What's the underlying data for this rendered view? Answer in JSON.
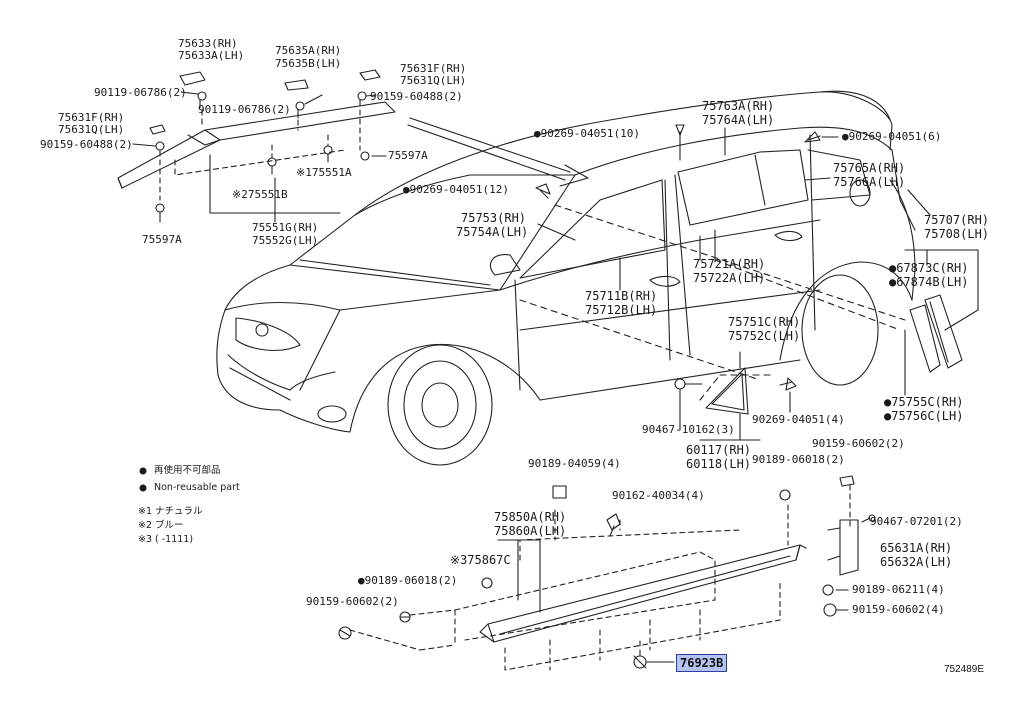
{
  "diagram_code": "752489E",
  "highlighted_part": "76923B",
  "legend": {
    "jp": "再使用不可部品",
    "en": "Non-reusable part",
    "notes": [
      "※1 ナチュラル",
      "※2 ブルー",
      "※3 (      -1111)"
    ]
  },
  "labels": {
    "p75633": "75633(RH)",
    "p75633a": "75633A(LH)",
    "p75635a": "75635A(RH)",
    "p75635b": "75635B(LH)",
    "p75631f_top": "75631F(RH)",
    "p75631q_top": "75631Q(LH)",
    "p90119_a": "90119-06786(2)",
    "p90119_b": "90119-06786(2)",
    "p90159_top": "90159-60488(2)",
    "p75631f_left": "75631F(RH)",
    "p75631q_left": "75631Q(LH)",
    "p90159_left": "90159-60488(2)",
    "p75597a_right": "75597A",
    "p75551a": "※175551A",
    "p75551b": "※275551B",
    "p75597a_left": "75597A",
    "p75551g": "75551G(RH)",
    "p75552g": "75552G(LH)",
    "p90269_10": "●90269-04051(10)",
    "p75763a": "75763A(RH)",
    "p75764a": "75764A(LH)",
    "p90269_6": "●90269-04051(6)",
    "p75765a": "75765A(RH)",
    "p75766a": "75766A(LH)",
    "p90269_12": "●90269-04051(12)",
    "p75753": "75753(RH)",
    "p75754a": "75754A(LH)",
    "p75707": "75707(RH)",
    "p75708": "75708(LH)",
    "p75721a": "75721A(RH)",
    "p75722a": "75722A(LH)",
    "p67873c": "●67873C(RH)",
    "p67874b": "●67874B(LH)",
    "p75711b": "75711B(RH)",
    "p75712b": "75712B(LH)",
    "p75751c": "75751C(RH)",
    "p75752c": "75752C(LH)",
    "p75755c": "●75755C(RH)",
    "p75756c": "●75756C(LH)",
    "p90467_10162": "90467-10162(3)",
    "p90269_4": "90269-04051(4)",
    "p60117": "60117(RH)",
    "p60118": "60118(LH)",
    "p90159_60602_r": "90159-60602(2)",
    "p90189_04059": "90189-04059(4)",
    "p90189_06018_r": "90189-06018(2)",
    "p90162": "90162-40034(4)",
    "p90467_07201": "90467-07201(2)",
    "p75850a": "75850A(RH)",
    "p75860a": "75860A(LH)",
    "p65631a": "65631A(RH)",
    "p65632a": "65632A(LH)",
    "p75867c": "※375867C",
    "p90189_06018_l": "●90189-06018(2)",
    "p90189_06211": "90189-06211(4)",
    "p90159_60602_l": "90159-60602(2)",
    "p90159_60602_b": "90159-60602(4)"
  }
}
